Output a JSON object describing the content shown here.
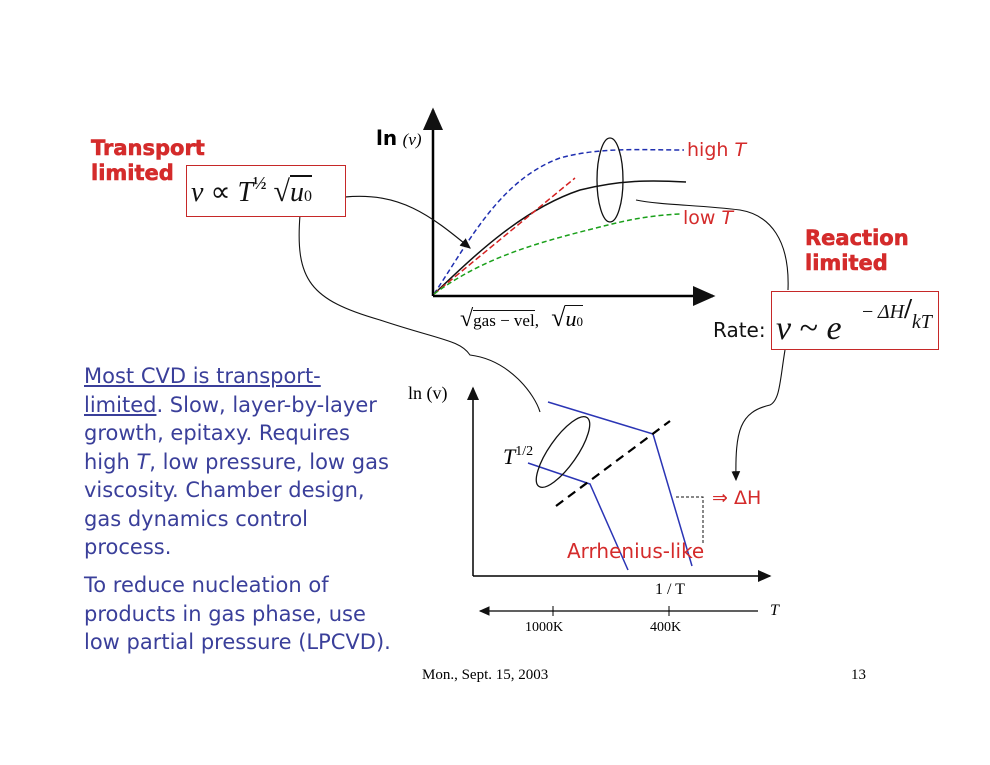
{
  "transport": {
    "line1": "Transport",
    "line2": "limited"
  },
  "reaction": {
    "line1": "Reaction",
    "line2": "limited"
  },
  "transport_eq": {
    "v": "v",
    "prop": "∝",
    "T": "T",
    "exp": "½",
    "u": "u",
    "sub": "0"
  },
  "rate_label": "Rate:",
  "rate_eq": {
    "v": "v",
    "sim": "~",
    "e": "e",
    "exp_minus": "−",
    "dH": "ΔH",
    "kT": "kT"
  },
  "top_chart": {
    "ln_bold": "ln",
    "ln_arg": "(v)",
    "x_label_gas": "gas − vel",
    "x_label_comma": ",",
    "x_label_u": "u",
    "x_label_u_sub": "0",
    "high_T": {
      "text": "high ",
      "T": "T"
    },
    "low_T": {
      "text": "low ",
      "T": "T"
    },
    "colors": {
      "high": "#1f2fb0",
      "low": "#1aa01a",
      "mid": "#111111",
      "fit": "#d42020"
    }
  },
  "bottom_chart": {
    "ln_label": "ln (v)",
    "T_half": "T",
    "T_half_exp": "1/2",
    "dH_label": "⇒ ΔH",
    "arrhenius": "Arrhenius-like",
    "x_label": "1 / T",
    "T_axis": "T",
    "ticks": [
      "1000K",
      "400K"
    ],
    "colors": {
      "lines": "#2b35b5",
      "asymptote": "#000000"
    }
  },
  "paragraph1": {
    "underlined": [
      "Most CVD is transport-",
      "limited"
    ],
    "rest_line2": ". Slow, layer-by-layer",
    "line3": "growth, epitaxy. Requires",
    "line4_pre": "high ",
    "line4_T": "T",
    "line4_post": ", low pressure, low gas",
    "line5": "viscosity. Chamber design,",
    "line6": "gas dynamics control",
    "line7": "process."
  },
  "paragraph2": {
    "line1": "To reduce nucleation of",
    "line2": "products in gas phase, use",
    "line3": "low partial pressure (LPCVD)."
  },
  "footer": {
    "date": "Mon., Sept. 15, 2003",
    "page": "13"
  }
}
